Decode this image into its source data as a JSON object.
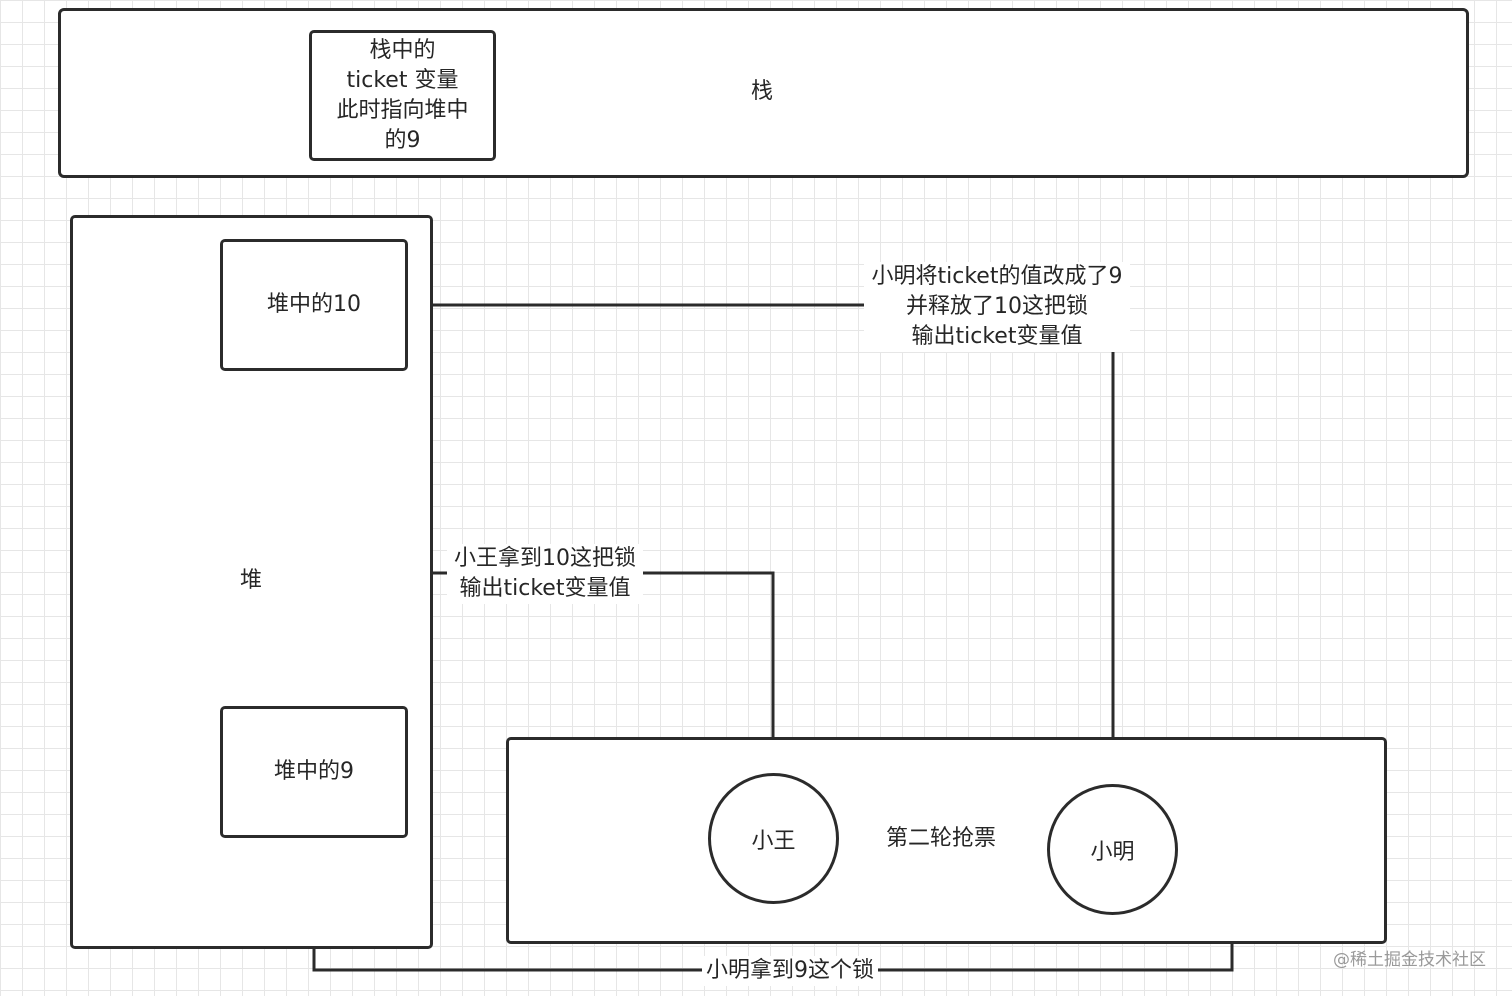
{
  "stack": {
    "label": "栈",
    "ticket_note": [
      "栈中的",
      "ticket 变量",
      "此时指向堆中",
      "的9"
    ]
  },
  "heap": {
    "label": "堆",
    "item_10": "堆中的10",
    "item_9": "堆中的9"
  },
  "round": {
    "label": "第二轮抢票",
    "xiaowang": "小王",
    "xiaoming": "小明"
  },
  "edges": {
    "xiaoming_to_10": [
      "小明将ticket的值改成了9",
      "并释放了10这把锁",
      "输出ticket变量值"
    ],
    "xiaowang_to_10": [
      "小王拿到10这把锁",
      "输出ticket变量值"
    ],
    "xiaoming_to_9": "小明拿到9这个锁"
  },
  "watermark": "@稀土掘金技术社区",
  "colors": {
    "line": "#2b2b2b",
    "grid": "#e6e6e6",
    "background": "#ffffff"
  }
}
